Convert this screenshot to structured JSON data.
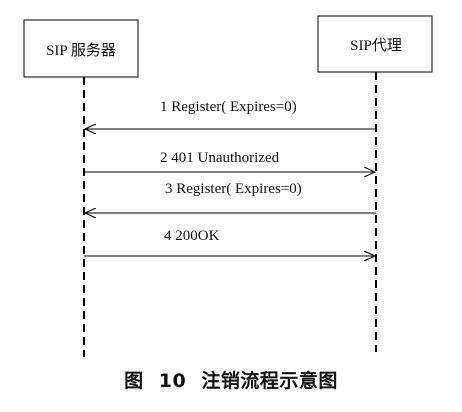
{
  "participants": {
    "server": {
      "label": "SIP 服务器"
    },
    "proxy": {
      "label": "SIP代理"
    }
  },
  "messages": [
    {
      "label": "1 Register( Expires=0)",
      "direction": "proxy-to-server"
    },
    {
      "label": "2 401  Unauthorized",
      "direction": "server-to-proxy"
    },
    {
      "label": "3 Register( Expires=0)",
      "direction": "proxy-to-server"
    },
    {
      "label": "4 200OK",
      "direction": "server-to-proxy"
    }
  ],
  "caption": {
    "text": "图 10   注销流程示意图"
  },
  "colors": {
    "line": "#000000",
    "text": "#111111"
  }
}
